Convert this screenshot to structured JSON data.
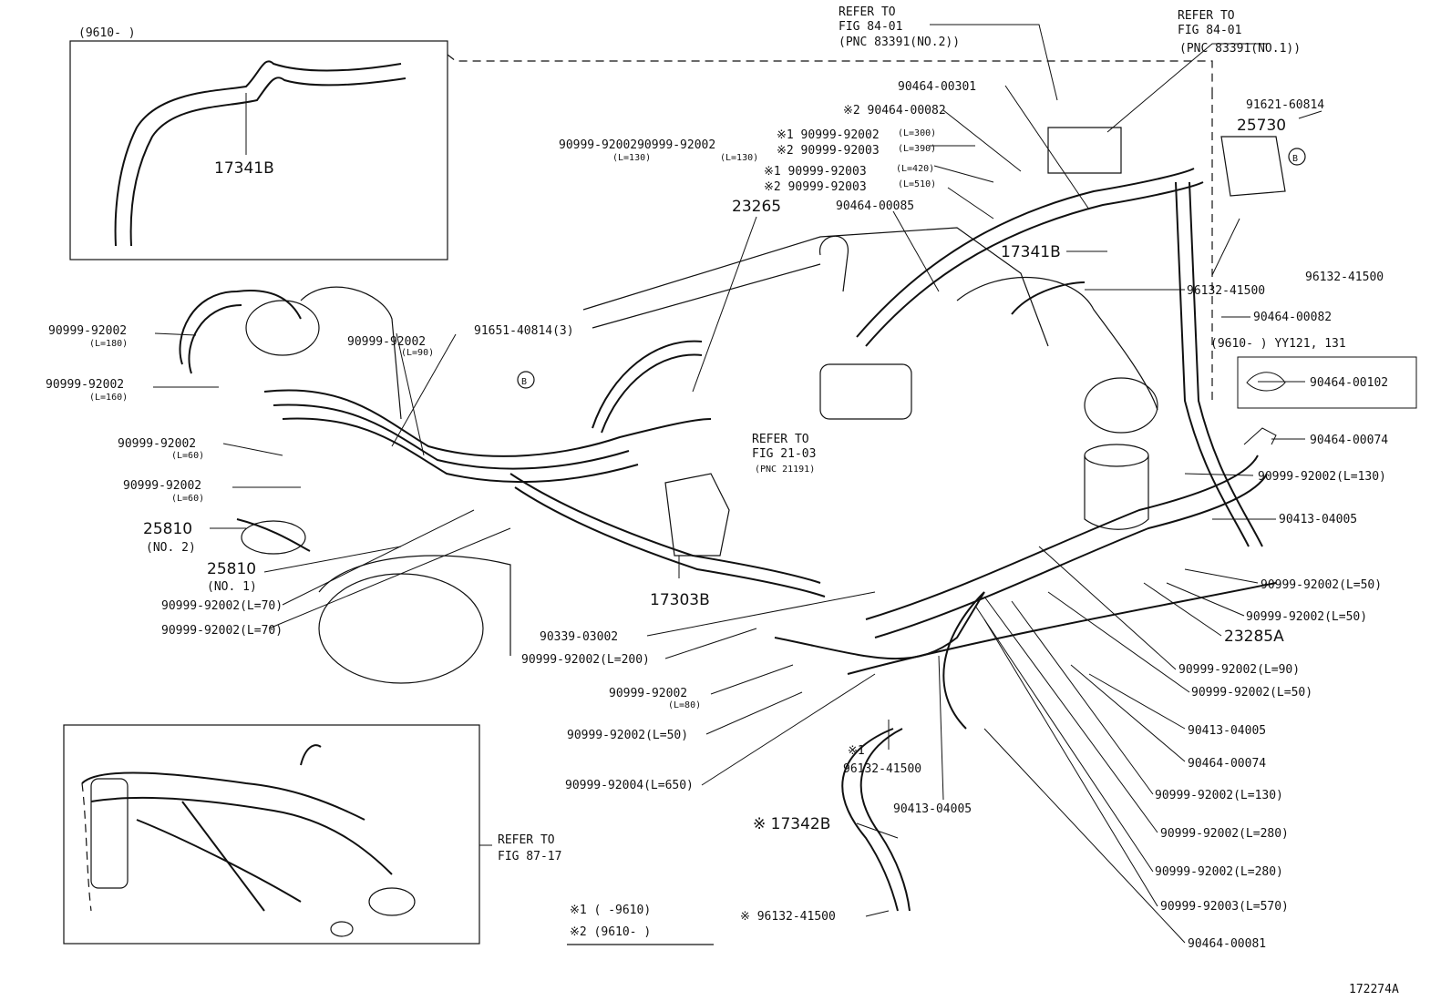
{
  "figure_id": "172274A",
  "inset_top": {
    "range": "(9610-      )",
    "part": "17341B"
  },
  "inset_bottom": {
    "refer": [
      "REFER TO",
      "FIG 87-17"
    ]
  },
  "refer_fig_84_no2": [
    "REFER TO",
    "FIG 84-01",
    "(PNC 83391(NO.2))"
  ],
  "refer_fig_84_no1": [
    "REFER TO",
    "FIG 84-01",
    "(PNC 83391(NO.1))"
  ],
  "refer_fig_21": [
    "REFER TO",
    "FIG 21-03",
    "(PNC 21191)"
  ],
  "legend": {
    "note1": "※1 (      -9610)",
    "note2": "※2 (9610-      )"
  },
  "right_range": "(9610-      ) YY121, 131",
  "callouts": {
    "c_90464_00301": "90464-00301",
    "c_2_90464_00082": "※2 90464-00082",
    "c_91621_60814": "91621-60814",
    "c_25730": "25730",
    "c_1_a": "※1 90999-92002",
    "c_1_a_len": "(L=300)",
    "c_2_a": "※2 90999-92003",
    "c_2_a_len": "(L=390)",
    "c_1_b": "※1 90999-92003",
    "c_1_b_len": "(L=420)",
    "c_2_b": "※2 90999-92003",
    "c_2_b_len": "(L=510)",
    "c_90999_pair": "90999-9200290999-92002",
    "c_pair_len1": "(L=130)",
    "c_pair_len2": "(L=130)",
    "c_23265": "23265",
    "c_90464_00085": "90464-00085",
    "c_17341B": "17341B",
    "c_96132_41500_a": "96132-41500",
    "c_96132_41500_b": "96132-41500",
    "c_90464_00082": "90464-00082",
    "c_90464_00102": "90464-00102",
    "c_90464_00074_a": "90464-00074",
    "c_90999_92002_130_r": "90999-92002(L=130)",
    "c_90413_04005_a": "90413-04005",
    "c_90999_92002_50_a": "90999-92002(L=50)",
    "c_90999_92002_50_b": "90999-92002(L=50)",
    "c_23285A": "23285A",
    "c_90999_92002_90_r": "90999-92002(L=90)",
    "c_90999_92002_50_c": "90999-92002(L=50)",
    "c_90413_04005_b": "90413-04005",
    "c_90464_00074_b": "90464-00074",
    "c_90999_92002_130_b": "90999-92002(L=130)",
    "c_90999_92002_280_a": "90999-92002(L=280)",
    "c_90999_92002_280_b": "90999-92002(L=280)",
    "c_90999_92003_570": "90999-92003(L=570)",
    "c_90464_00081": "90464-00081",
    "c_l_180": "90999-92002",
    "c_l_180_len": "(L=180)",
    "c_l_160": "90999-92002",
    "c_l_160_len": "(L=160)",
    "c_l_60a": "90999-92002",
    "c_l_60a_len": "(L=60)",
    "c_l_60b": "90999-92002",
    "c_l_60b_len": "(L=60)",
    "c_l_90": "90999-92002",
    "c_l_90_len": "(L=90)",
    "c_91651": "91651-40814(3)",
    "c_25810_no2": "25810",
    "c_25810_no2_sub": "(NO. 2)",
    "c_25810_no1": "25810",
    "c_25810_no1_sub": "(NO. 1)",
    "c_l_70a": "90999-92002(L=70)",
    "c_l_70b": "90999-92002(L=70)",
    "c_17303B": "17303B",
    "c_90339": "90339-03002",
    "c_l_200": "90999-92002(L=200)",
    "c_l_80": "90999-92002",
    "c_l_80_len": "(L=80)",
    "c_l_50": "90999-92002(L=50)",
    "c_l_650": "90999-92004(L=650)",
    "c_1_96132": "※1",
    "c_1_96132_num": "96132-41500",
    "c_90413_04005_c": "90413-04005",
    "c_17342B": "※ 17342B",
    "c_96132_bottom": "※ 96132-41500"
  }
}
